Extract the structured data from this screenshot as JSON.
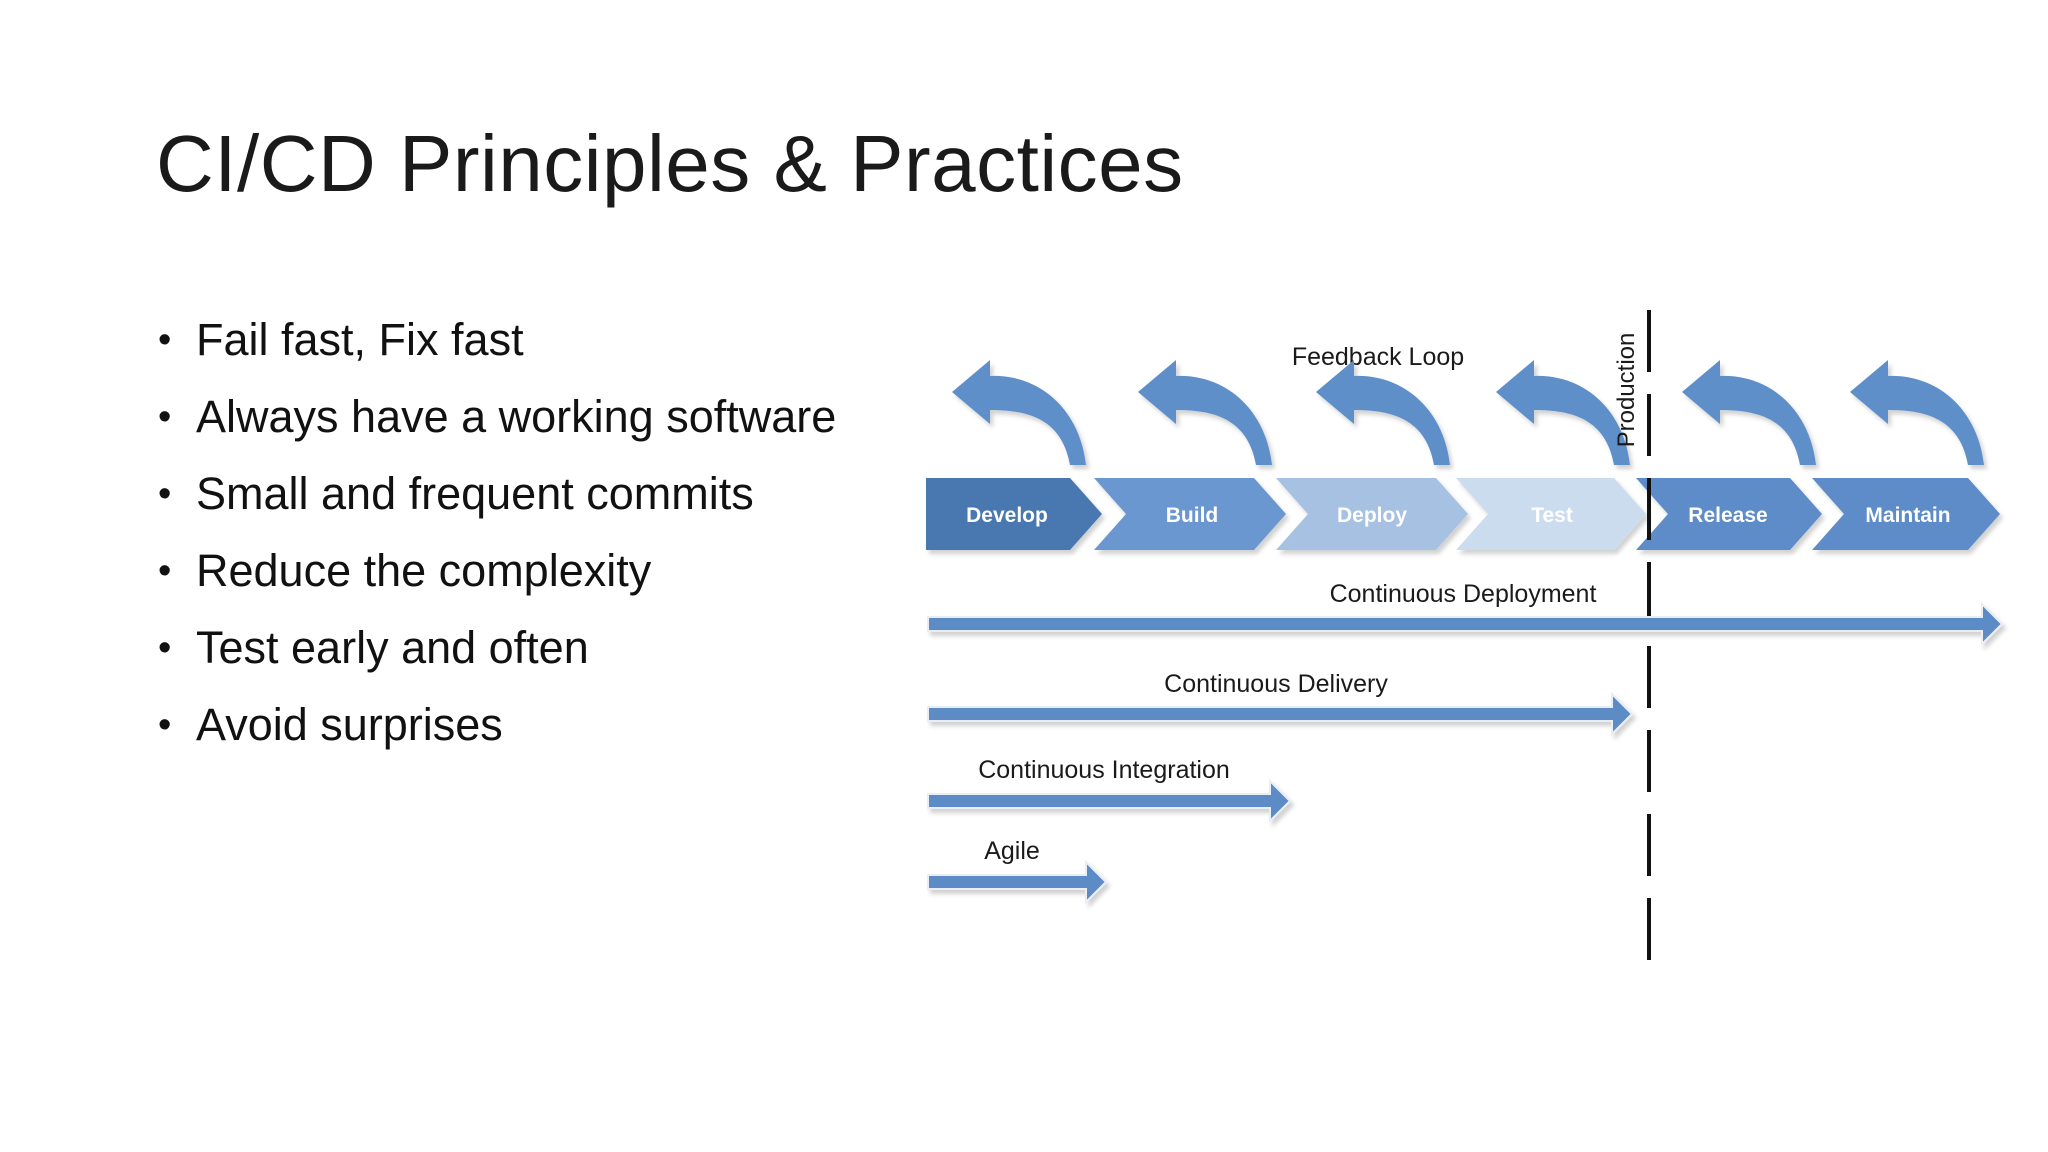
{
  "slide": {
    "title": "CI/CD Principles & Practices",
    "bullets": [
      "Fail fast, Fix fast",
      "Always have a working software",
      "Small and frequent commits",
      "Reduce the complexity",
      "Test early and often",
      "Avoid surprises"
    ]
  },
  "diagram": {
    "feedback_label": "Feedback Loop",
    "production_label": "Production",
    "stages": [
      {
        "label": "Develop",
        "color": "#4a78b0"
      },
      {
        "label": "Build",
        "color": "#6b97cf"
      },
      {
        "label": "Deploy",
        "color": "#a7c1e3"
      },
      {
        "label": "Test",
        "color": "#ccdcef"
      },
      {
        "label": "Release",
        "color": "#5d8cc8"
      },
      {
        "label": "Maintain",
        "color": "#5d8cc8"
      }
    ],
    "pipelines": [
      {
        "label": "Continuous Deployment"
      },
      {
        "label": "Continuous Delivery"
      },
      {
        "label": "Continuous Integration"
      },
      {
        "label": "Agile"
      }
    ],
    "colors": {
      "arrow": "#5b8bc6",
      "feedback_arrow": "#5e8fc9",
      "production_line": "#111111"
    }
  }
}
